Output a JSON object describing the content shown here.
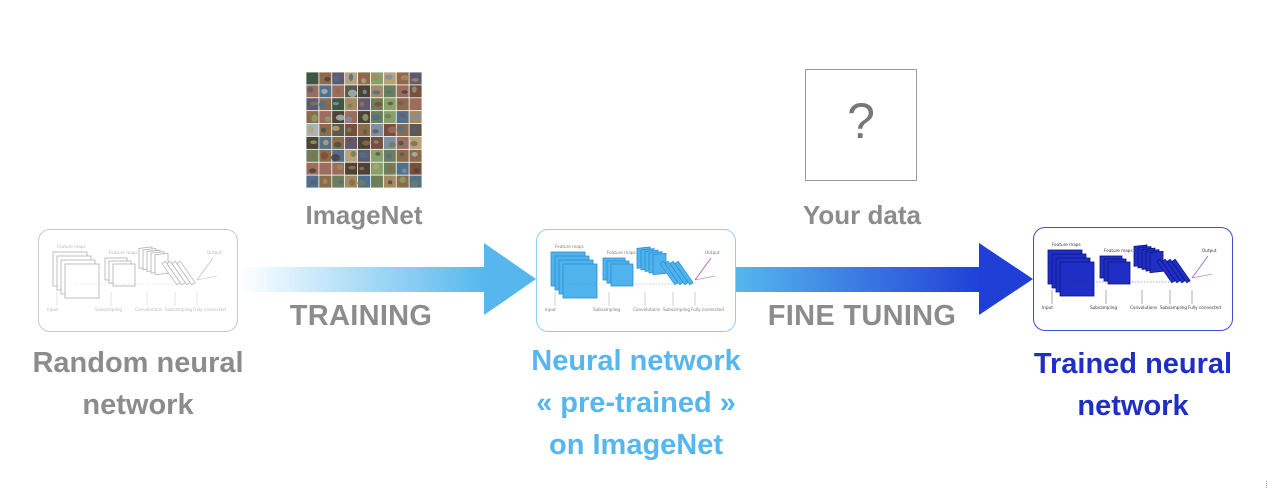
{
  "colors": {
    "gray": "#8c8c8c",
    "light_blue": "#55b7ee",
    "dark_blue": "#1f2ec4",
    "arrow_mid_blue": "#2c67e2"
  },
  "source_images": {
    "imagenet": {
      "label": "ImageNet",
      "icon": "photo-grid-icon"
    },
    "your_data": {
      "label": "Your data",
      "placeholder": "?"
    }
  },
  "stages": {
    "training": "TRAINING",
    "fine_tuning": "FINE TUNING"
  },
  "networks": {
    "random": {
      "line1": "Random neural",
      "line2": "network",
      "color": "#8c8c8c"
    },
    "pretrained": {
      "line1": "Neural network",
      "line2": "« pre-trained »",
      "line3": "on ImageNet",
      "color": "#55b7ee"
    },
    "trained": {
      "line1": "Trained neural",
      "line2": "network",
      "color": "#1f2ec4"
    }
  },
  "cnn_diagram_labels": {
    "feature_maps": "Feature maps",
    "output": "Output",
    "input": "Input",
    "subsampling": "Subsampling",
    "convolutions": "Convolutions",
    "fully_connected": "Fully connected"
  }
}
